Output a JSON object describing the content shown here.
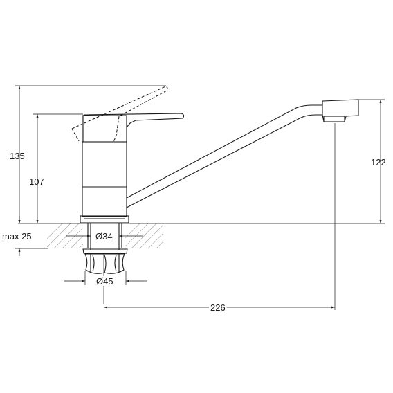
{
  "dimensions": {
    "height_total": "135",
    "height_body": "107",
    "height_spout": "122",
    "max_thickness": "max 25",
    "diameter_shank": "Ø34",
    "diameter_nut": "Ø45",
    "spout_reach": "226"
  },
  "colors": {
    "line": "#1a1a1a",
    "hatch": "#9a9a9a",
    "background": "#ffffff"
  }
}
